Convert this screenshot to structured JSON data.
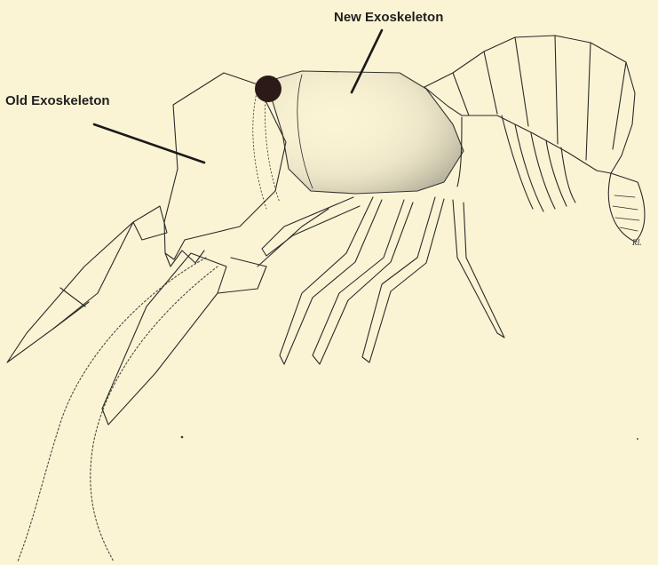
{
  "labels": {
    "new_exoskeleton": "New Exoskeleton",
    "old_exoskeleton": "Old Exoskeleton"
  },
  "artist_initials": "RL",
  "colors": {
    "background": "#fbf4d4",
    "ink": "#2a2a2a",
    "eye": "#2b1a18"
  }
}
